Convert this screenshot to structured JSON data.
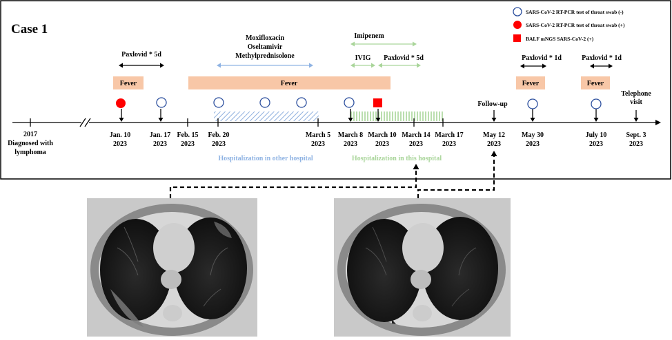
{
  "title": "Case 1",
  "legend": {
    "open_circle": "SARS-CoV-2 RT-PCR test of throat swab (-)",
    "filled_circle": "SARS-CoV-2 RT-PCR test of throat swab (+)",
    "square": "BALF mNGS SARS-CoV-2 (+)"
  },
  "dates": [
    {
      "l1": "2017",
      "l2": "Diagnosed with",
      "l3": "lymphoma"
    },
    {
      "l1": "Jan. 10",
      "l2": "2023"
    },
    {
      "l1": "Jan. 17",
      "l2": "2023"
    },
    {
      "l1": "Feb. 15",
      "l2": "2023"
    },
    {
      "l1": "Feb. 20",
      "l2": "2023"
    },
    {
      "l1": "March 5",
      "l2": "2023"
    },
    {
      "l1": "March 8",
      "l2": "2023"
    },
    {
      "l1": "March 10",
      "l2": "2023"
    },
    {
      "l1": "March 14",
      "l2": "2023"
    },
    {
      "l1": "March 17",
      "l2": "2023"
    },
    {
      "l1": "May 12",
      "l2": "2023"
    },
    {
      "l1": "May 30",
      "l2": "2023"
    },
    {
      "l1": "July 10",
      "l2": "2023"
    },
    {
      "l1": "Sept. 3",
      "l2": "2023"
    }
  ],
  "fever_label": "Fever",
  "treatments": {
    "paxlovid_5d": "Paxlovid * 5d",
    "moxifloxacin": "Moxifloxacin",
    "oseltamivir": "Oseltamivir",
    "methylprednisolone": "Methylprednisolone",
    "imipenem": "Imipenem",
    "ivig": "IVIG",
    "paxlovid_1d": "Paxlovid * 1d"
  },
  "events": {
    "follow_up": "Follow-up",
    "telephone_l1": "Telephone",
    "telephone_l2": "visit"
  },
  "hospitalization": {
    "other": "Hospitalization in other hospital",
    "this": "Hospitalization in this hospital"
  },
  "colors": {
    "fever_fill": "#f8c7a7",
    "blue_arrow": "#8fb3e3",
    "green_arrow": "#a9d59a",
    "circle_blue": "#2c4f9e",
    "red": "#ff0000",
    "hatch_blue": "#8fb0de",
    "hatch_green": "#a9d59a"
  },
  "ct_images": [
    "ct-scan-march-2023",
    "ct-scan-may-12-2023"
  ]
}
